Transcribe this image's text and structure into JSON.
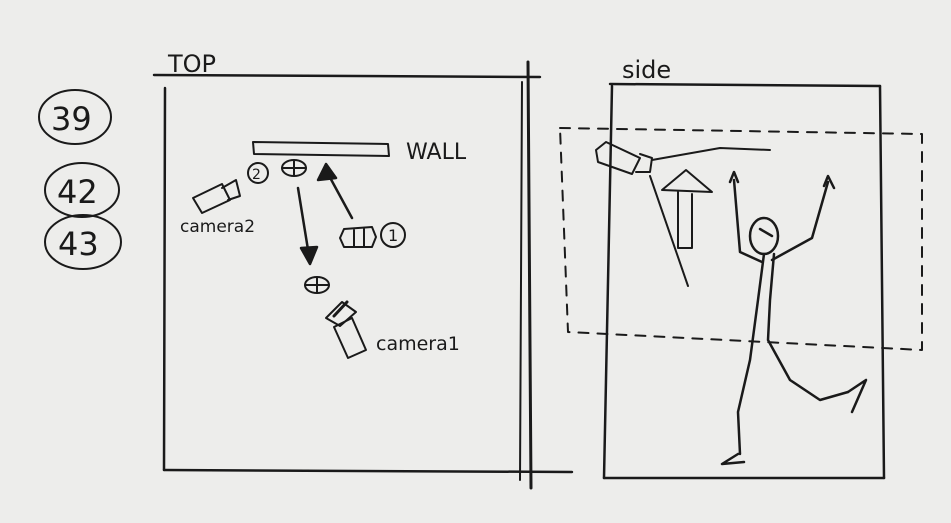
{
  "panels": {
    "top": {
      "title": "TOP"
    },
    "side": {
      "title": "side"
    }
  },
  "shot_numbers": [
    "39",
    "42",
    "43"
  ],
  "labels": {
    "wall": "WALL",
    "camera_1": "camera1",
    "camera_2": "camera2",
    "marker_1": "1",
    "marker_2": "2"
  },
  "colors": {
    "paper": "#ededeb",
    "ink": "#1a1a1a"
  }
}
